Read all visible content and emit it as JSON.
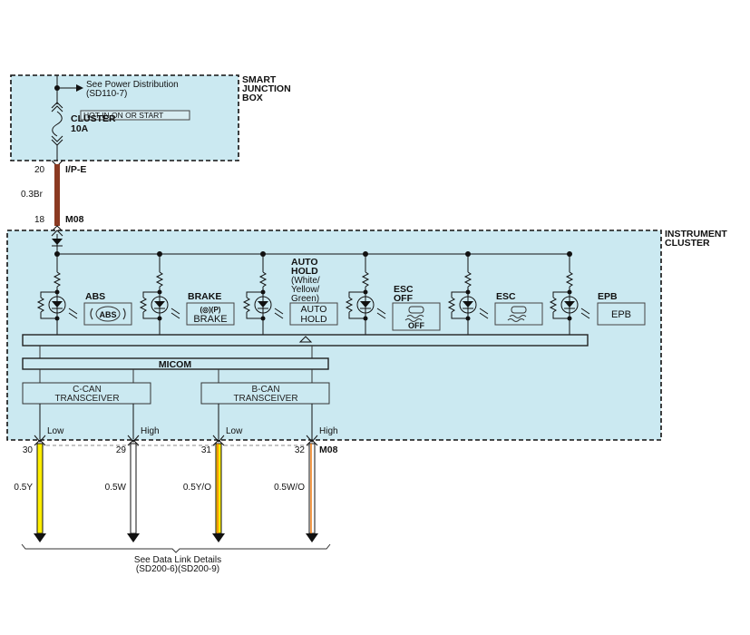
{
  "junction_box": {
    "title_lines": [
      "SMART",
      "JUNCTION",
      "BOX"
    ],
    "power_ref_line1": "See Power Distribution",
    "power_ref_line2": "(SD110-7)",
    "hot_label": "HOT IN ON OR START",
    "fuse_name": "CLUSTER",
    "fuse_rating": "10A"
  },
  "supply_wire": {
    "top_pin": "20",
    "top_connector": "I/P-E",
    "wire_spec": "0.3Br",
    "wire_color": "#8b3a22",
    "bottom_pin": "18",
    "bottom_connector": "M08"
  },
  "cluster": {
    "title_lines": [
      "INSTRUMENT",
      "CLUSTER"
    ],
    "indicators": [
      {
        "label_lines": [
          "ABS"
        ],
        "icon_text": [
          "(ABS)"
        ],
        "icon": "abs-icon"
      },
      {
        "label_lines": [
          "BRAKE"
        ],
        "icon_text": [
          "(◎)(P)",
          "BRAKE"
        ],
        "icon": "brake-icon"
      },
      {
        "label_lines": [
          "AUTO",
          "HOLD",
          "(White/",
          "Yellow/",
          "Green)"
        ],
        "icon_text": [
          "AUTO",
          "HOLD"
        ],
        "icon": "auto-hold-icon"
      },
      {
        "label_lines": [
          "ESC",
          "OFF"
        ],
        "icon_text": [
          "OFF"
        ],
        "icon": "esc-off-icon"
      },
      {
        "label_lines": [
          "ESC"
        ],
        "icon_text": [],
        "icon": "esc-icon"
      },
      {
        "label_lines": [
          "EPB"
        ],
        "icon_text": [
          "EPB"
        ],
        "icon": "epb-icon"
      }
    ],
    "micom_label": "MICOM",
    "transceivers": [
      {
        "lines": [
          "C-CAN",
          "TRANSCEIVER"
        ]
      },
      {
        "lines": [
          "B-CAN",
          "TRANSCEIVER"
        ]
      }
    ]
  },
  "can_wires": [
    {
      "signal": "Low",
      "pin": "30",
      "spec": "0.5Y",
      "base": "#ffee00",
      "stripe": null
    },
    {
      "signal": "High",
      "pin": "29",
      "spec": "0.5W",
      "base": "#ffffff",
      "stripe": null
    },
    {
      "signal": "Low",
      "pin": "31",
      "spec": "0.5Y/O",
      "base": "#ffee00",
      "stripe": "#f07a10"
    },
    {
      "signal": "High",
      "pin": "32",
      "spec": "0.5W/O",
      "base": "#ffffff",
      "stripe": "#f07a10"
    }
  ],
  "can_connector": "M08",
  "data_link_ref_line1": "See Data Link Details",
  "data_link_ref_line2": "(SD200-6)(SD200-9)"
}
